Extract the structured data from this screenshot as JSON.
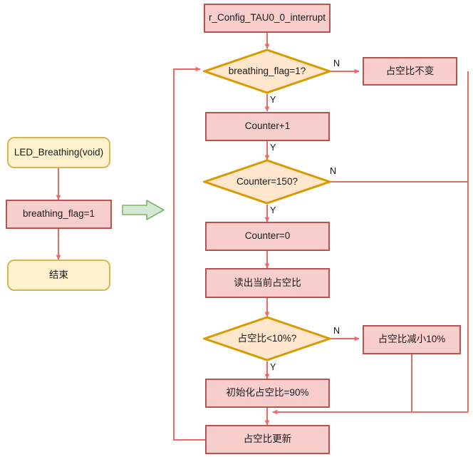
{
  "diagram": {
    "title": "LED Breathing flowchart",
    "colors": {
      "process_fill": "#f8cecc",
      "process_stroke": "#b85450",
      "terminal_fill": "#fff2cc",
      "terminal_stroke": "#d6b656",
      "decision_fill": "#ffe6cc",
      "decision_stroke": "#d79b00",
      "connector": "#ea6b66",
      "green_arrow_fill": "#d5e8d4",
      "green_arrow_stroke": "#82b366"
    },
    "left_flow": {
      "start": "LED_Breathing(void)",
      "set_flag": "breathing_flag=1",
      "end": "结束"
    },
    "right_flow": {
      "isr": "r_Config_TAU0_0_interrupt",
      "check_flag": "breathing_flag=1?",
      "duty_unchanged": "占空比不变",
      "counter_inc": "Counter+1",
      "counter_check": "Counter=150?",
      "counter_reset": "Counter=0",
      "read_duty": "读出当前占空比",
      "duty_check": "占空比<10%?",
      "duty_decrease": "占空比减小10%",
      "duty_init": "初始化占空比=90%",
      "duty_update": "占空比更新"
    },
    "edge_labels": {
      "n1": "N",
      "y1": "Y",
      "y2": "Y",
      "n2": "N",
      "y3": "Y",
      "n3": "N",
      "y4": "Y"
    }
  }
}
